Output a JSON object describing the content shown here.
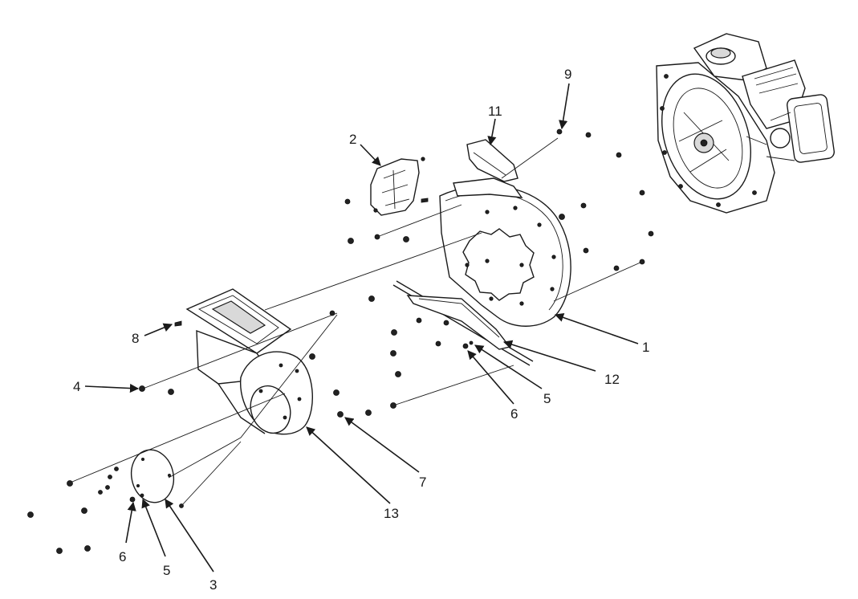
{
  "diagram": {
    "callouts": [
      {
        "id": "c1",
        "label": "1"
      },
      {
        "id": "c2",
        "label": "2"
      },
      {
        "id": "c3",
        "label": "3"
      },
      {
        "id": "c4",
        "label": "4"
      },
      {
        "id": "c5a",
        "label": "5"
      },
      {
        "id": "c5b",
        "label": "5"
      },
      {
        "id": "c6a",
        "label": "6"
      },
      {
        "id": "c6b",
        "label": "6"
      },
      {
        "id": "c7",
        "label": "7"
      },
      {
        "id": "c8",
        "label": "8"
      },
      {
        "id": "c9",
        "label": "9"
      },
      {
        "id": "c11",
        "label": "11"
      },
      {
        "id": "c12",
        "label": "12"
      },
      {
        "id": "c13",
        "label": "13"
      }
    ],
    "colors": {
      "ink": "#1a1a1a",
      "background": "#ffffff",
      "shade": "#d9d9d9"
    }
  }
}
